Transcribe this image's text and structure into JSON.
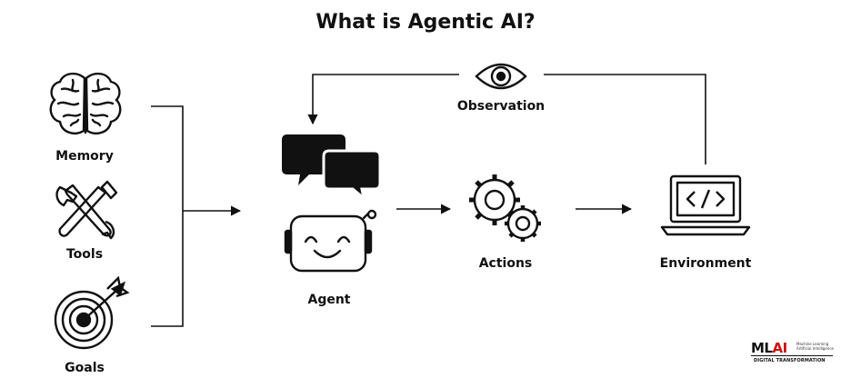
{
  "title": "What is Agentic AI?",
  "labels": {
    "memory": "Memory",
    "tools": "Tools",
    "goals": "Goals",
    "agent": "Agent",
    "observation": "Observation",
    "actions": "Actions",
    "environment": "Environment"
  },
  "icons": {
    "memory": "brain-icon",
    "tools": "wrench-hammer-icon",
    "goals": "target-icon",
    "chat": "chat-bubbles-icon",
    "agent": "robot-icon",
    "observation": "eye-icon",
    "actions": "gears-icon",
    "environment": "laptop-code-icon"
  },
  "logo": {
    "ml": "ML",
    "ai": "AI",
    "line1": "Machine Learning",
    "line2": "Artificial Intelligence",
    "tagline": "DIGITAL TRANSFORMATION"
  },
  "colors": {
    "ink": "#111111",
    "logo_accent": "#cc1111",
    "background": "#ffffff"
  }
}
